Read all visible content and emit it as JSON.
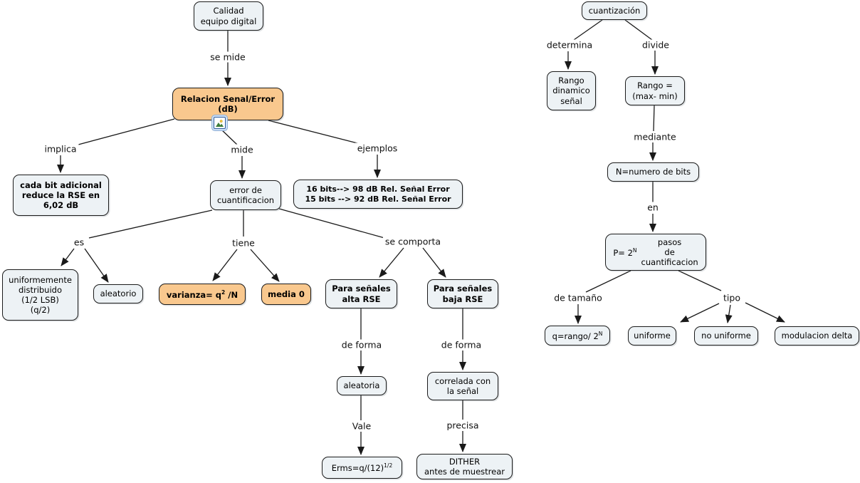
{
  "colors": {
    "background": "#ffffff",
    "node_fill": "#edf2f5",
    "node_border": "#1b1b1b",
    "accent_fill": "#f9c88e",
    "line_color": "#1a1a1a",
    "label_background": "#ffffff",
    "image_icon_border": "#2f5d9e"
  },
  "left_map": {
    "nodes": {
      "calidad": {
        "lines": [
          "Calidad",
          "equipo digital"
        ]
      },
      "rse": {
        "lines": [
          "Relacion Senal/Error",
          "(dB)"
        ]
      },
      "cada_bit": {
        "lines": [
          "cada bit adicional",
          "reduce la RSE en",
          "6,02 dB"
        ]
      },
      "error": {
        "lines": [
          "error de",
          "cuantificacion"
        ]
      },
      "ejemplos16": {
        "lines": [
          "16 bits--> 98 dB Rel. Señal Error",
          "15 bits --> 92 dB Rel. Señal Error"
        ]
      },
      "uniforme_dist": {
        "lines": [
          "uniformemente",
          "distribuido",
          "(1/2 LSB)",
          "(q/2)"
        ]
      },
      "aleatorio": {
        "lines": [
          "aleatorio"
        ]
      },
      "varianza": {
        "pre": "varianza= q",
        "sup": "2",
        "post": " /N"
      },
      "media": {
        "lines": [
          "media 0"
        ]
      },
      "alta": {
        "lines": [
          "Para señales",
          "alta RSE"
        ]
      },
      "baja": {
        "lines": [
          "Para señales",
          "baja RSE"
        ]
      },
      "aleatoria": {
        "lines": [
          "aleatoria"
        ]
      },
      "erms": {
        "pre": "Erms=q/(12)",
        "sup": "1/2",
        "post": ""
      },
      "correlada": {
        "lines": [
          "correlada con",
          "la señal"
        ]
      },
      "dither": {
        "lines": [
          "DITHER",
          "antes de muestrear"
        ]
      }
    },
    "links": {
      "se_mide": "se mide",
      "implica": "implica",
      "mide": "mide",
      "ejemplos": "ejemplos",
      "es": "es",
      "tiene": "tiene",
      "se_comporta": "se comporta",
      "de_forma_alta": "de forma",
      "vale": "Vale",
      "de_forma_baja": "de forma",
      "precisa": "precisa"
    },
    "icon": {
      "name": "image-icon"
    }
  },
  "right_map": {
    "nodes": {
      "cuantizacion": {
        "lines": [
          "cuantización"
        ]
      },
      "rango_dinamico": {
        "lines": [
          "Rango",
          "dinamico",
          "señal"
        ]
      },
      "rango_eq": {
        "lines": [
          "Rango =",
          "(max- min)"
        ]
      },
      "n_bits": {
        "lines": [
          "N=numero de bits"
        ]
      },
      "pasos": {
        "formula": {
          "pre": "P= 2",
          "sup": "N"
        },
        "lines": [
          "pasos",
          "de",
          "cuantificacion"
        ]
      },
      "q_rango": {
        "pre": "q=rango/ 2",
        "sup": "N",
        "post": ""
      },
      "uniforme": {
        "lines": [
          "uniforme"
        ]
      },
      "no_uniforme": {
        "lines": [
          "no uniforme"
        ]
      },
      "modulacion_delta": {
        "lines": [
          "modulacion delta"
        ]
      }
    },
    "links": {
      "determina": "determina",
      "divide": "divide",
      "mediante": "mediante",
      "en": "en",
      "de_tamano": "de tamaño",
      "tipo": "tipo"
    }
  }
}
